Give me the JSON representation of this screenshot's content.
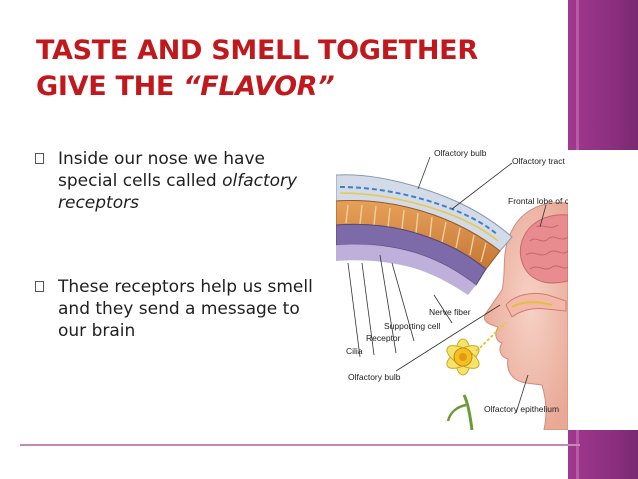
{
  "slide": {
    "title_line1": "TASTE AND SMELL TOGETHER",
    "title_line2_prefix": "GIVE THE ",
    "title_line2_emphasis": "“FLAVOR”",
    "bullets": [
      {
        "text_before": "Inside our nose we have special cells called ",
        "text_italic": "olfactory receptors"
      },
      {
        "text_before": "These receptors help us smell and they send a message to our brain",
        "text_italic": ""
      }
    ]
  },
  "figure": {
    "labels": {
      "olfactory_bulb_top": "Olfactory bulb",
      "olfactory_tract": "Olfactory tract",
      "frontal_lobe": "Frontal lobe of cerebru",
      "nerve_fiber": "Nerve fiber",
      "supporting_cell": "Supporting cell",
      "receptor": "Receptor",
      "cilia": "Cilia",
      "olfactory_bulb_bottom": "Olfactory bulb",
      "olfactory_epithelium": "Olfactory epithelium"
    }
  },
  "colors": {
    "title": "#c0181d",
    "accent": "#8d2f80",
    "body_text": "#1f1f1f"
  }
}
